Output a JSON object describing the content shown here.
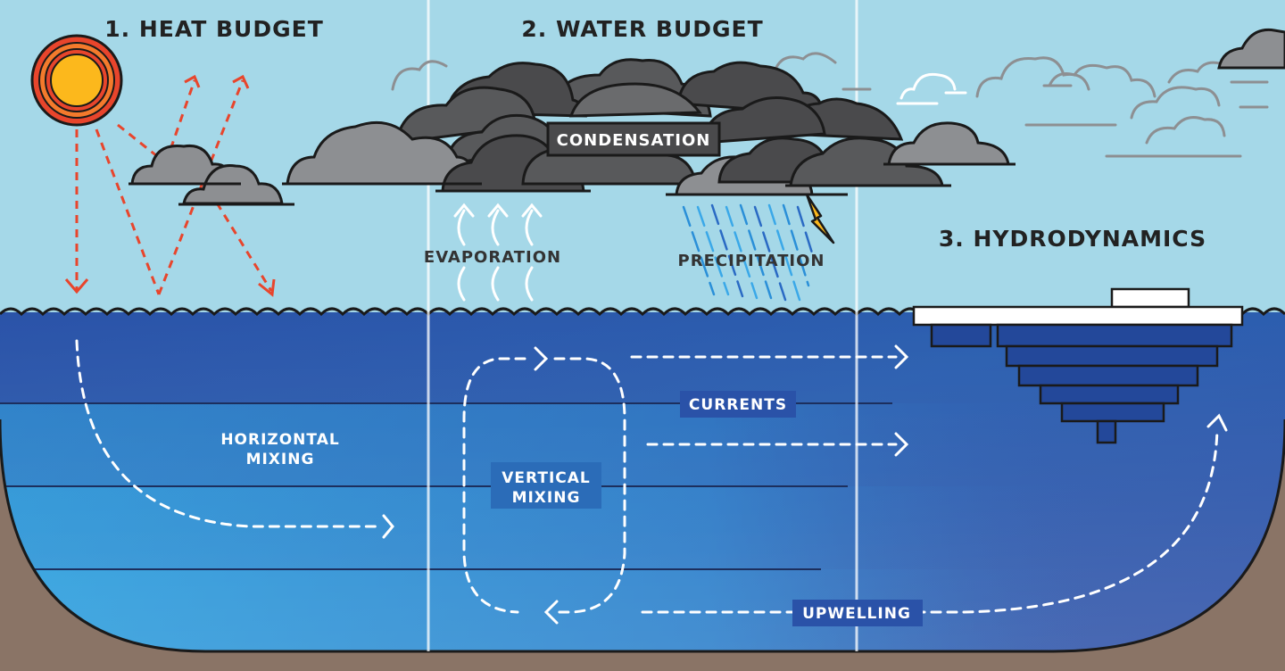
{
  "sections": {
    "heat_budget": "1. HEAT BUDGET",
    "water_budget": "2. WATER BUDGET",
    "hydrodynamics": "3. HYDRODYNAMICS"
  },
  "labels": {
    "condensation": "CONDENSATION",
    "evaporation": "EVAPORATION",
    "precipitation": "PRECIPITATION",
    "horizontal_mixing_line1": "HORIZONTAL",
    "horizontal_mixing_line2": "MIXING",
    "currents": "CURRENTS",
    "vertical_mixing_line1": "VERTICAL",
    "vertical_mixing_line2": "MIXING",
    "upwelling": "UPWELLING"
  },
  "colors": {
    "sky": "#a5d8e8",
    "water_dark": "#2a52a8",
    "water_light": "#2aa0de",
    "ground": "#8a7466",
    "sun": "#fcb81c",
    "sun_rings": "#e8452c",
    "storm_cloud": "#4a4a4c",
    "light_cloud": "#8d8f92",
    "arrow_red": "#e8452c",
    "ice": "#ffffff",
    "ice_underwater": "#23489a",
    "label_dark": "#222222"
  },
  "icons": [
    "sun-icon",
    "cloud-icon",
    "lightning-icon",
    "rain-icon",
    "iceberg-icon",
    "arrow-icon"
  ]
}
